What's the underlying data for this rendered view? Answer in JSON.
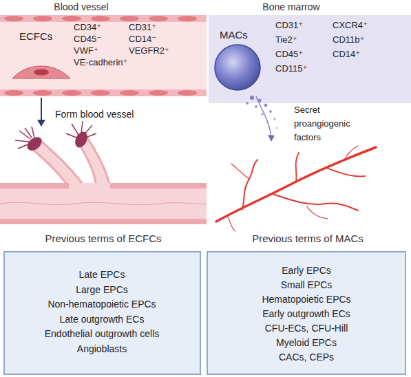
{
  "diagram": {
    "nodes": [
      {
        "text": [
          "Blood vessel",
          "ECFCs",
          "CD34⁺",
          "CD31⁺",
          "CD45⁻",
          "CD14⁻",
          "VWF⁺",
          "VEGFR2⁺",
          "VE-cadherin⁺"
        ]
      },
      {
        "text": [
          "Bone marrow",
          "MACs",
          "CD31⁺",
          "CXCR4⁺",
          "Tie2⁺",
          "CD11b⁺",
          "CD45⁺",
          "CD14⁺",
          "CD115⁺"
        ]
      },
      {
        "text": [
          "Previous terms of ECFCs",
          "Late EPCs",
          "Large EPCs",
          "Non-hematopoietic EPCs",
          "Late outgrowth ECs",
          "Endothelial outgrowth cells",
          "Angioblasts"
        ]
      },
      {
        "text": [
          "Previous terms of MACs",
          "Early EPCs",
          "Small EPCs",
          "Hematopoietic EPCs",
          "Early outgrowth ECs",
          "CFU-ECs, CFU-Hill",
          "Myeloid EPCs",
          "CACs, CEPs"
        ]
      }
    ],
    "labels": [
      "Form blood vessel",
      "Secret proangiogenic factors"
    ]
  }
}
